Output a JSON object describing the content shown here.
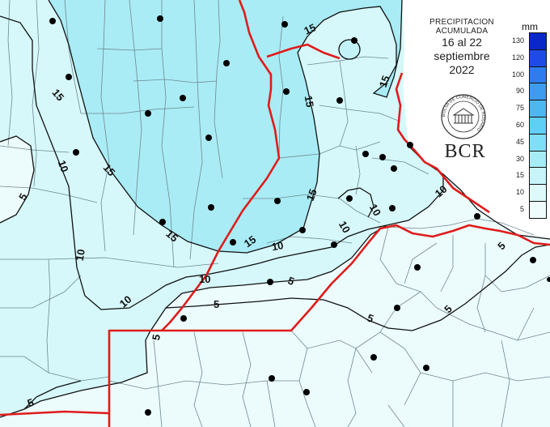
{
  "title": {
    "line1": "PRECIPITACION",
    "line2": "ACUMULADA",
    "line3": "16 al 22",
    "line4": "septiembre",
    "line5": "2022"
  },
  "logo": {
    "text": "BCR",
    "seal_text": "BOLSA DE COMERCIO DE ROSARIO"
  },
  "legend": {
    "unit": "mm",
    "classes": [
      {
        "label": "130",
        "color": "#0a28c8"
      },
      {
        "label": "120",
        "color": "#1e4be6"
      },
      {
        "label": "100",
        "color": "#2d7dee"
      },
      {
        "label": "90",
        "color": "#3c9cf0"
      },
      {
        "label": "75",
        "color": "#4cb8f2"
      },
      {
        "label": "60",
        "color": "#5fd0f5"
      },
      {
        "label": "45",
        "color": "#7ee0f6"
      },
      {
        "label": "30",
        "color": "#a6ecf7"
      },
      {
        "label": "15",
        "color": "#c6f4f8"
      },
      {
        "label": "10",
        "color": "#ddf9fa"
      },
      {
        "label": "5",
        "color": "#eefcfc"
      }
    ]
  },
  "contour_labels": [
    "15",
    "15",
    "15",
    "15",
    "15",
    "15",
    "15",
    "15",
    "10",
    "10",
    "10",
    "10",
    "10",
    "10",
    "10",
    "10",
    "5",
    "5",
    "5",
    "5",
    "5",
    "5",
    "5",
    "5"
  ],
  "colors": {
    "boundary": "#e01b1b",
    "contour": "#111111",
    "zone_15": "#a9ecf5",
    "zone_10": "#d6f8fa",
    "zone_5": "#ecfcfd",
    "zone_lt5": "#ffffff"
  }
}
